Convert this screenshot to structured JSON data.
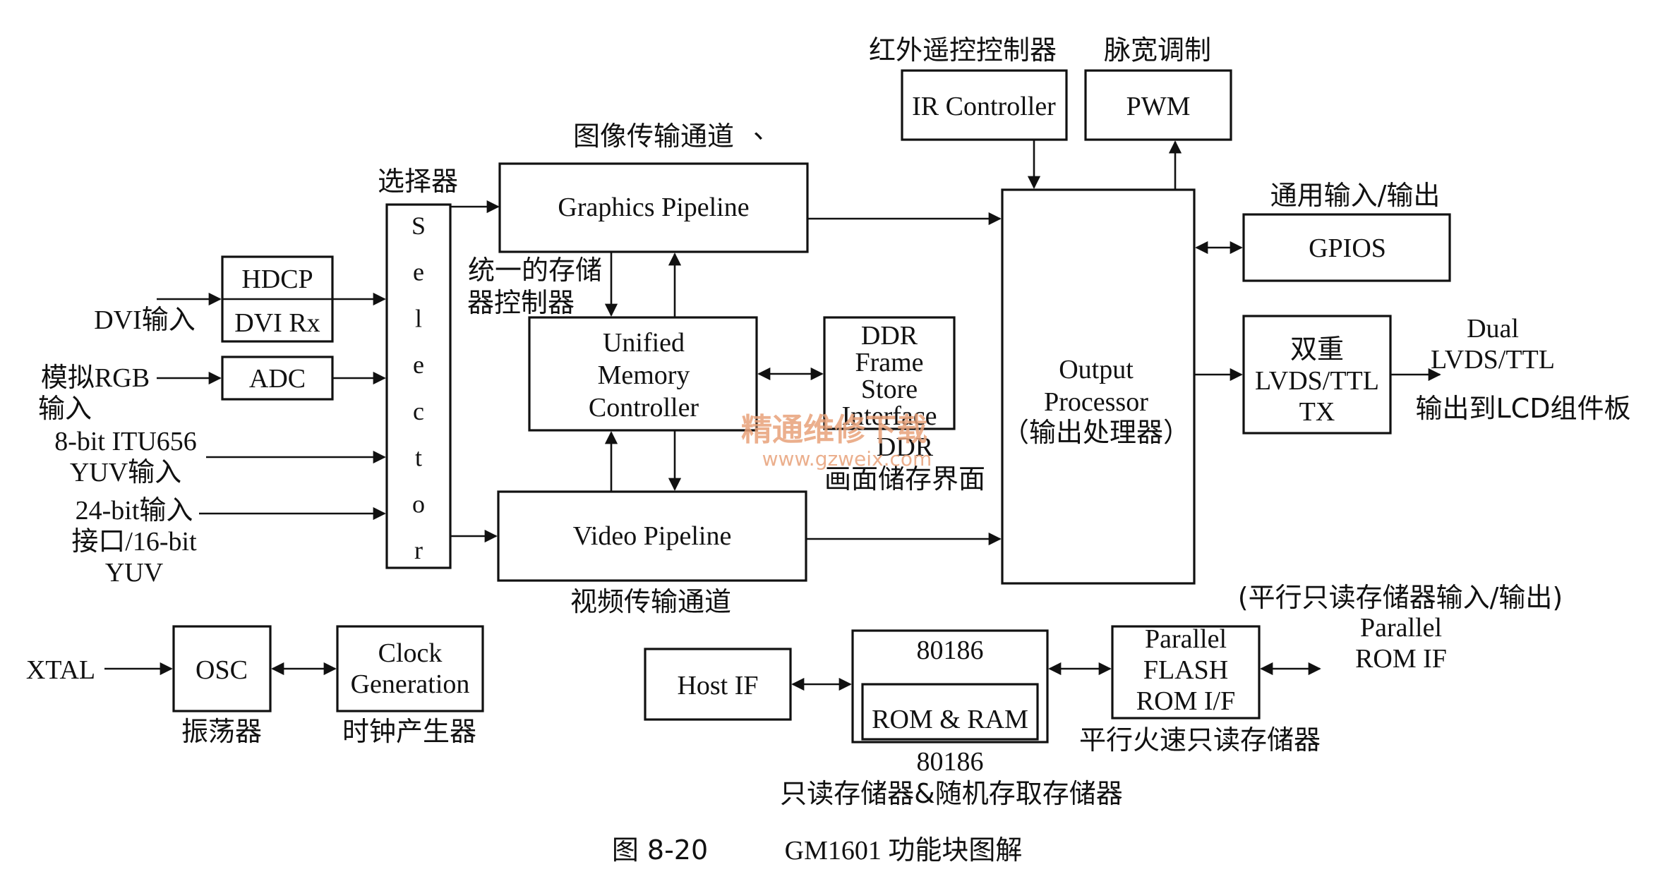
{
  "caption": {
    "figure_no": "图 8-20",
    "title": "GM1601 功能块图解"
  },
  "selector": {
    "title": "选择器",
    "letters": [
      "S",
      "e",
      "l",
      "e",
      "c",
      "t",
      "o",
      "r"
    ]
  },
  "inputs": {
    "hdcp": "HDCP",
    "dvi_rx": "DVI Rx",
    "dvi_in": "DVI输入",
    "adc": "ADC",
    "analog_line1": "模拟RGB",
    "analog_line2": "输入",
    "itu_line1": "8-bit ITU656",
    "itu_line2": "YUV输入",
    "bit24_line1": "24-bit输入",
    "bit24_line2": "接口/16-bit",
    "bit24_line3": "YUV"
  },
  "graphics": {
    "label": "Graphics Pipeline",
    "cn": "图像传输通道",
    "mark": "、"
  },
  "video": {
    "label": "Video Pipeline",
    "cn": "视频传输通道"
  },
  "umc": {
    "line1": "Unified",
    "line2": "Memory",
    "line3": "Controller",
    "cn_line1": "统一的存储",
    "cn_line2": "器控制器"
  },
  "ddr": {
    "line1": "DDR",
    "line2": "Frame",
    "line3": "Store",
    "line4": "Interface",
    "cn_line1": "DDR",
    "cn_line2": "画面储存界面"
  },
  "ir": {
    "label": "IR Controller",
    "cn": "红外遥控控制器"
  },
  "pwm": {
    "label": "PWM",
    "cn": "脉宽调制"
  },
  "output": {
    "line1": "Output",
    "line2": "Processor",
    "line3": "（输出处理器）"
  },
  "gpio": {
    "label": "GPIOS",
    "cn": "通用输入/输出"
  },
  "lvds": {
    "line1": "双重",
    "line2": "LVDS/TTL",
    "line3": "TX",
    "out_line1": "Dual",
    "out_line2": "LVDS/TTL",
    "out_cn": "输出到LCD组件板"
  },
  "clock": {
    "xtal": "XTAL",
    "osc": "OSC",
    "osc_cn": "振荡器",
    "gen_line1": "Clock",
    "gen_line2": "Generation",
    "gen_cn": "时钟产生器"
  },
  "host": {
    "label": "Host IF"
  },
  "cpu": {
    "label": "80186",
    "mem": "ROM & RAM",
    "cn_line1": "80186",
    "cn_line2": "只读存储器&随机存取存储器"
  },
  "flash": {
    "line1": "Parallel",
    "line2": "FLASH",
    "line3": "ROM I/F",
    "cn": "平行火速只读存储器"
  },
  "parallel_rom": {
    "cn": "(平行只读存储器输入/输出)",
    "line1": "Parallel",
    "line2": "ROM IF"
  },
  "watermark": {
    "cn": "精通维修下载",
    "url": "www.gzweix.com"
  }
}
